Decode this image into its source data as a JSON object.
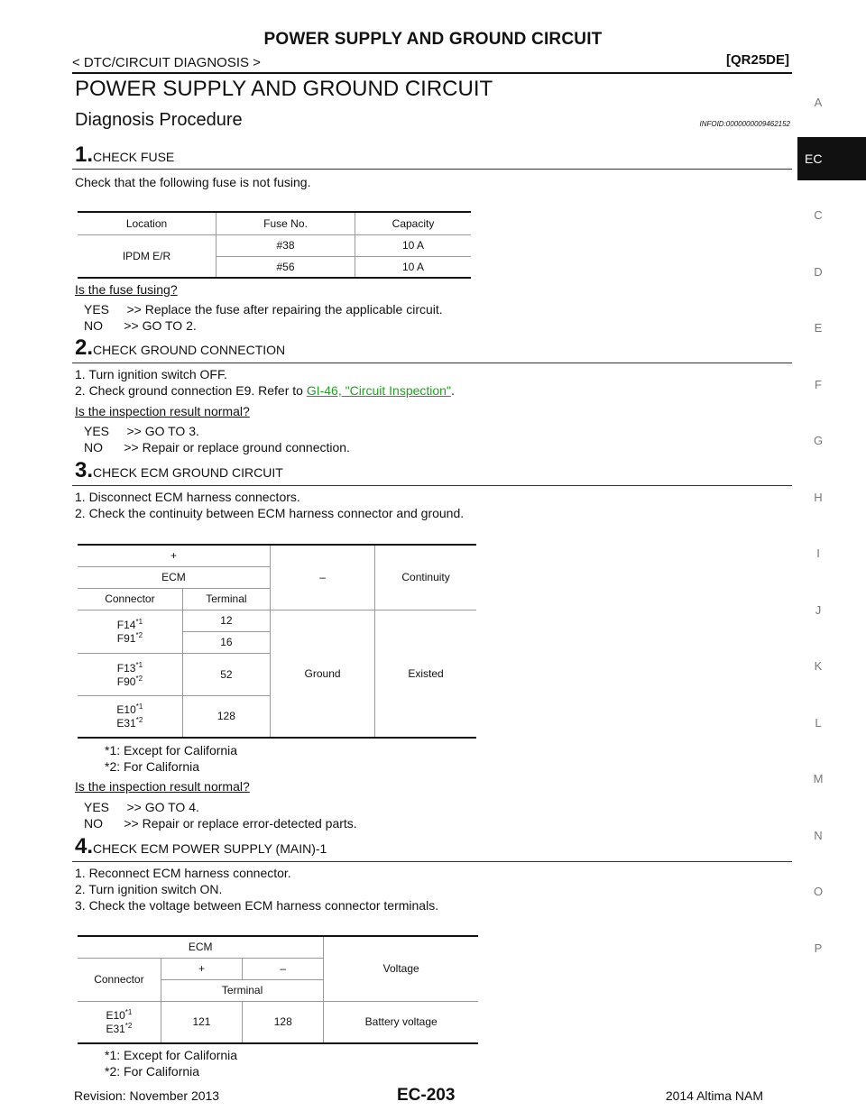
{
  "header": {
    "title": "POWER SUPPLY AND GROUND CIRCUIT",
    "breadcrumb": "< DTC/CIRCUIT DIAGNOSIS >",
    "model_code": "[QR25DE]"
  },
  "page_heading": "POWER SUPPLY AND GROUND CIRCUIT",
  "section_heading": "Diagnosis Procedure",
  "info_id": "INFOID:0000000009462152",
  "steps": [
    {
      "number": "1.",
      "title": "CHECK FUSE",
      "body": [
        "Check that the following fuse is not fusing."
      ],
      "question": "Is the fuse fusing?",
      "answers": [
        "YES     >> Replace the fuse after repairing the applicable circuit.",
        "NO      >> GO TO 2."
      ]
    },
    {
      "number": "2.",
      "title": "CHECK GROUND CONNECTION",
      "body": [
        "1. Turn ignition switch OFF.",
        "2. Check ground connection E9. Refer to "
      ],
      "link_text": "GI-46, \"Circuit Inspection\"",
      "link_suffix": ".",
      "question": "Is the inspection result normal?",
      "answers": [
        "YES     >> GO TO 3.",
        "NO      >> Repair or replace ground connection."
      ]
    },
    {
      "number": "3.",
      "title": "CHECK ECM GROUND CIRCUIT",
      "body": [
        "1. Disconnect ECM harness connectors.",
        "2. Check the continuity between ECM harness connector and ground."
      ],
      "notes": [
        "*1: Except for California",
        "*2: For California"
      ],
      "question": "Is the inspection result normal?",
      "answers": [
        "YES     >> GO TO 4.",
        "NO      >> Repair or replace error-detected parts."
      ]
    },
    {
      "number": "4.",
      "title": "CHECK ECM POWER SUPPLY (MAIN)-1",
      "body": [
        "1. Reconnect ECM harness connector.",
        "2. Turn ignition switch ON.",
        "3. Check the voltage between ECM harness connector terminals."
      ],
      "notes": [
        "*1: Except for California",
        "*2: For California"
      ]
    }
  ],
  "fuse_table": {
    "headers": [
      "Location",
      "Fuse No.",
      "Capacity"
    ],
    "location": "IPDM E/R",
    "rows": [
      [
        "#38",
        "10 A"
      ],
      [
        "#56",
        "10 A"
      ]
    ]
  },
  "ground_table": {
    "plus": "+",
    "minus": "–",
    "continuity": "Continuity",
    "ecm": "ECM",
    "connector": "Connector",
    "terminal": "Terminal",
    "ground": "Ground",
    "existed": "Existed",
    "groups": [
      {
        "c1": "F14",
        "s1": "*1",
        "c2": "F91",
        "s2": "*2",
        "terms": [
          "12",
          "16"
        ]
      },
      {
        "c1": "F13",
        "s1": "*1",
        "c2": "F90",
        "s2": "*2",
        "terms": [
          "52"
        ]
      },
      {
        "c1": "E10",
        "s1": "*1",
        "c2": "E31",
        "s2": "*2",
        "terms": [
          "128"
        ]
      }
    ]
  },
  "voltage_table": {
    "ecm": "ECM",
    "voltage": "Voltage",
    "connector": "Connector",
    "plus": "+",
    "minus": "–",
    "terminal": "Terminal",
    "row": {
      "c1": "E10",
      "s1": "*1",
      "c2": "E31",
      "s2": "*2",
      "plus": "121",
      "minus": "128",
      "voltage": "Battery voltage"
    }
  },
  "sidebar": {
    "letters_above": [
      "A"
    ],
    "active": "EC",
    "letters_below": [
      "C",
      "D",
      "E",
      "F",
      "G",
      "H",
      "I",
      "J",
      "K",
      "L",
      "M",
      "N",
      "O",
      "P"
    ]
  },
  "footer": {
    "revision": "Revision: November 2013",
    "page": "EC-203",
    "model": "2014 Altima NAM"
  }
}
